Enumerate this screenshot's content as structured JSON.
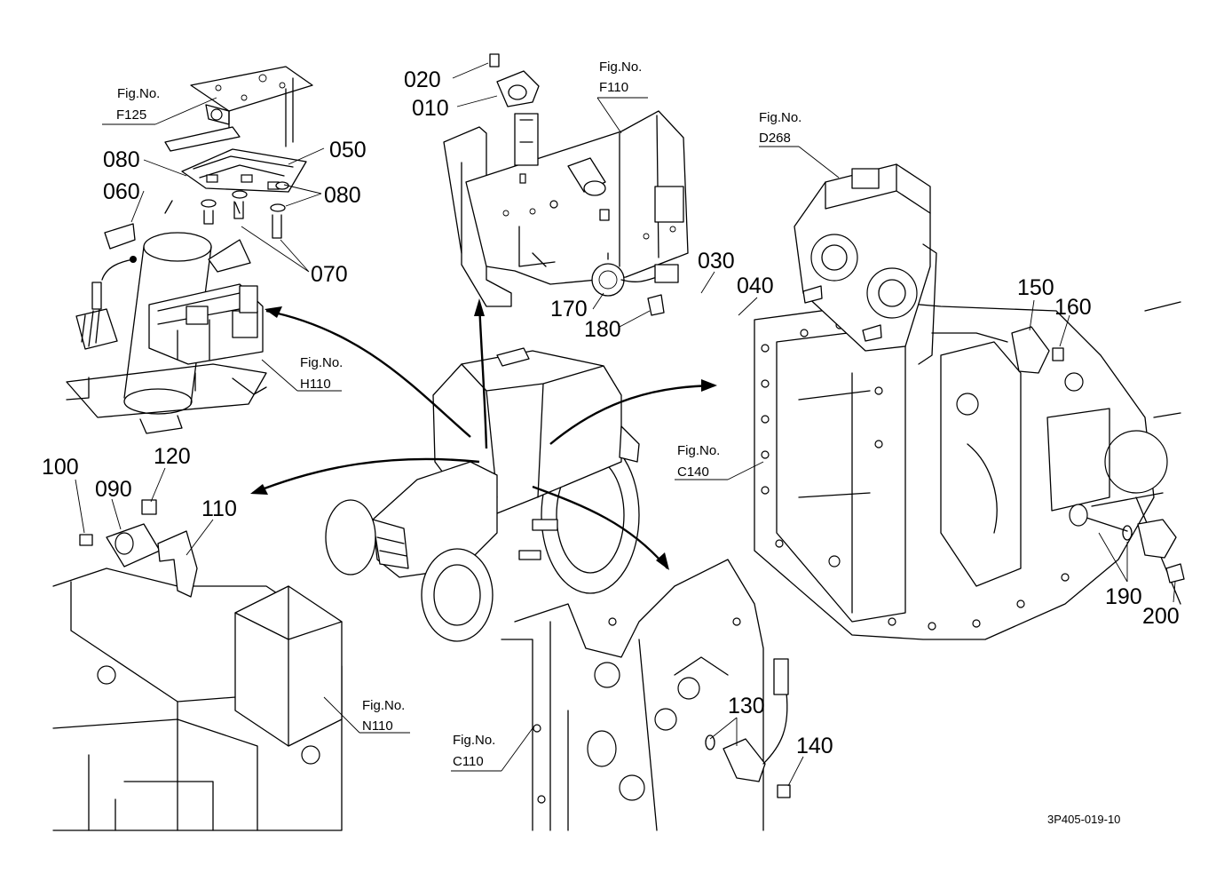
{
  "figure_refs": {
    "f125": {
      "line1": "Fig.No.",
      "line2": "F125"
    },
    "f110": {
      "line1": "Fig.No.",
      "line2": "F110"
    },
    "d268": {
      "line1": "Fig.No.",
      "line2": "D268"
    },
    "h110": {
      "line1": "Fig.No.",
      "line2": "H110"
    },
    "c140": {
      "line1": "Fig.No.",
      "line2": "C140"
    },
    "n110": {
      "line1": "Fig.No.",
      "line2": "N110"
    },
    "c110": {
      "line1": "Fig.No.",
      "line2": "C110"
    }
  },
  "part_labels": {
    "p010": "010",
    "p020": "020",
    "p030": "030",
    "p040": "040",
    "p050": "050",
    "p060": "060",
    "p070": "070",
    "p080a": "080",
    "p080b": "080",
    "p090": "090",
    "p100": "100",
    "p110": "110",
    "p120": "120",
    "p130": "130",
    "p140": "140",
    "p150": "150",
    "p160": "160",
    "p170": "170",
    "p180": "180",
    "p190": "190",
    "p200": "200"
  },
  "drawing_code": "3P405-019-10"
}
